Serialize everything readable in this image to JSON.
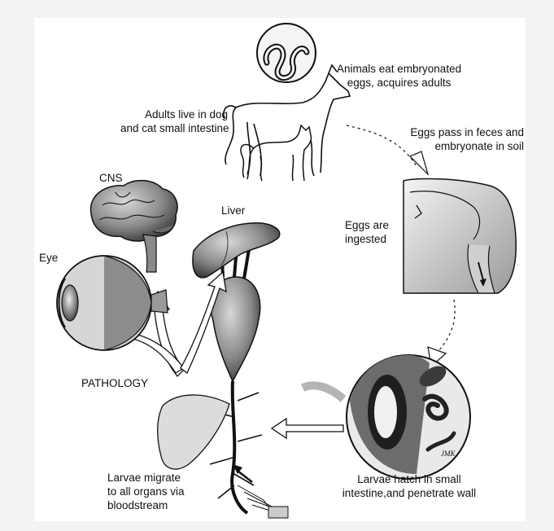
{
  "labels": {
    "animals_eat": [
      "Animals eat embryonated",
      "eggs, acquires adults"
    ],
    "adults_live": [
      "Adults live in dog",
      "and cat small intestine"
    ],
    "eggs_pass": [
      "Eggs pass in feces and",
      "embryonate in soil"
    ],
    "eggs_ingested": [
      "Eggs are",
      "ingested"
    ],
    "cns": "CNS",
    "liver": "Liver",
    "eye": "Eye",
    "pathology": "PATHOLOGY",
    "larvae_migrate": [
      "Larvae migrate",
      "to all organs via",
      "bloodstream"
    ],
    "larvae_hatch": [
      "Larvae hatch in small",
      "intestine,and penetrate wall"
    ],
    "artist_mark": "JMK"
  },
  "colors": {
    "page_bg": "#f3f3f5",
    "panel_bg": "#ffffff",
    "ink": "#111111",
    "organ_shade": "#6f6f6f",
    "dark_shade": "#2b2b2b"
  },
  "icons": [
    "roundworm-icon",
    "dog-icon",
    "cat-icon",
    "child-mouth-icon",
    "brain-icon",
    "liver-icon",
    "eye-icon",
    "heart-icon",
    "intestine-icon"
  ]
}
